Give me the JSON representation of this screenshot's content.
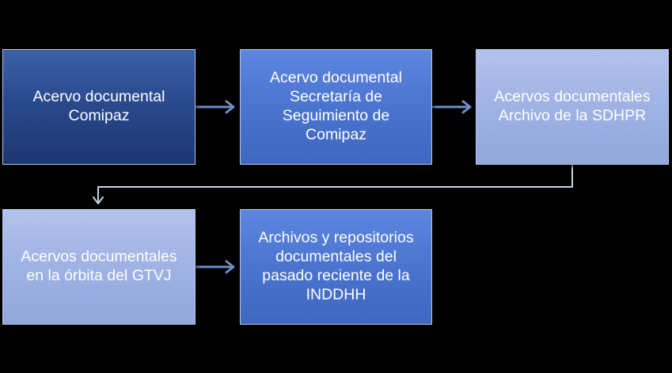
{
  "nodes": [
    {
      "id": "b1",
      "text": "Acervo documental\nComipaz"
    },
    {
      "id": "b2",
      "text": "Acervo documental\nSecretaría de\nSeguimiento de\nComipaz"
    },
    {
      "id": "b3",
      "text": "Acervos documentales\nArchivo de la SDHPR"
    },
    {
      "id": "b4",
      "text": "Acervos documentales\nen la órbita del GTVJ"
    },
    {
      "id": "b5",
      "text": "Archivos y repositorios\ndocumentales del\npasado reciente de la\nINDDHH"
    }
  ],
  "edges": [
    {
      "from": "b1",
      "to": "b2"
    },
    {
      "from": "b2",
      "to": "b3"
    },
    {
      "from": "b3",
      "to": "b4"
    },
    {
      "from": "b4",
      "to": "b5"
    }
  ],
  "colors": {
    "background": "#000000",
    "node_dark": "#2a4a8e",
    "node_mid": "#4a74cf",
    "node_light": "#9fb2e4",
    "connector": "#6f8cc9"
  }
}
